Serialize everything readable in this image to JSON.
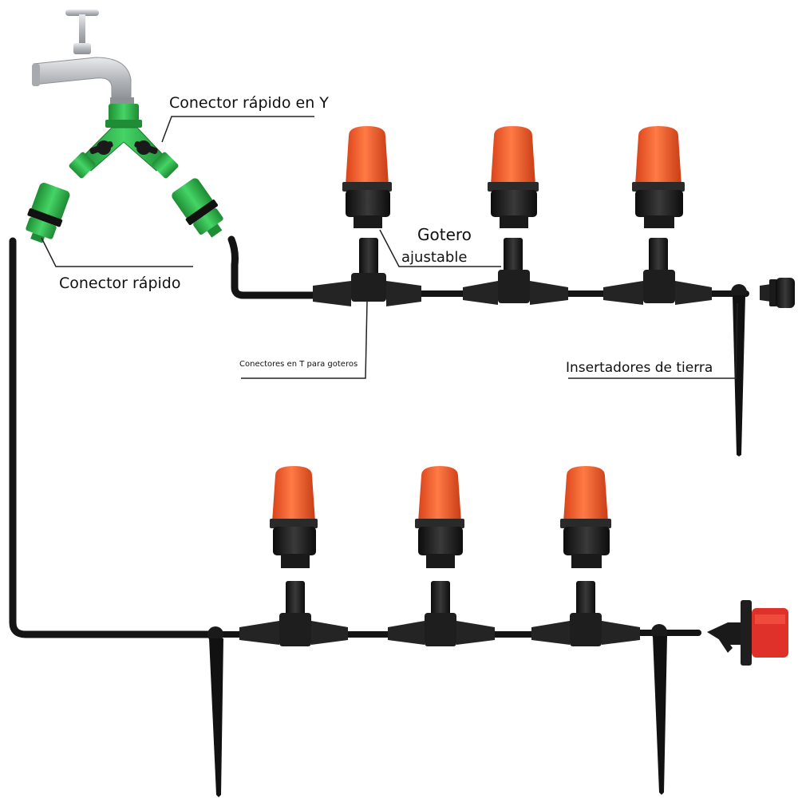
{
  "labels": {
    "y_connector": "Conector rápido en Y",
    "quick_connector": "Conector rápido",
    "dripper_line1": "Gotero",
    "dripper_line2": "ajustable",
    "tee_connectors": "Conectores en T para goteros",
    "ground_stakes": "Insertadores de tierra"
  },
  "colors": {
    "hose": "#141414",
    "connector_green": "#2fb84a",
    "dripper_orange": "#f0602a",
    "dripper_cap_black": "#1e1e1e",
    "faucet_silver": "#b9bcc0",
    "end_cap_red": "#e0302a"
  }
}
